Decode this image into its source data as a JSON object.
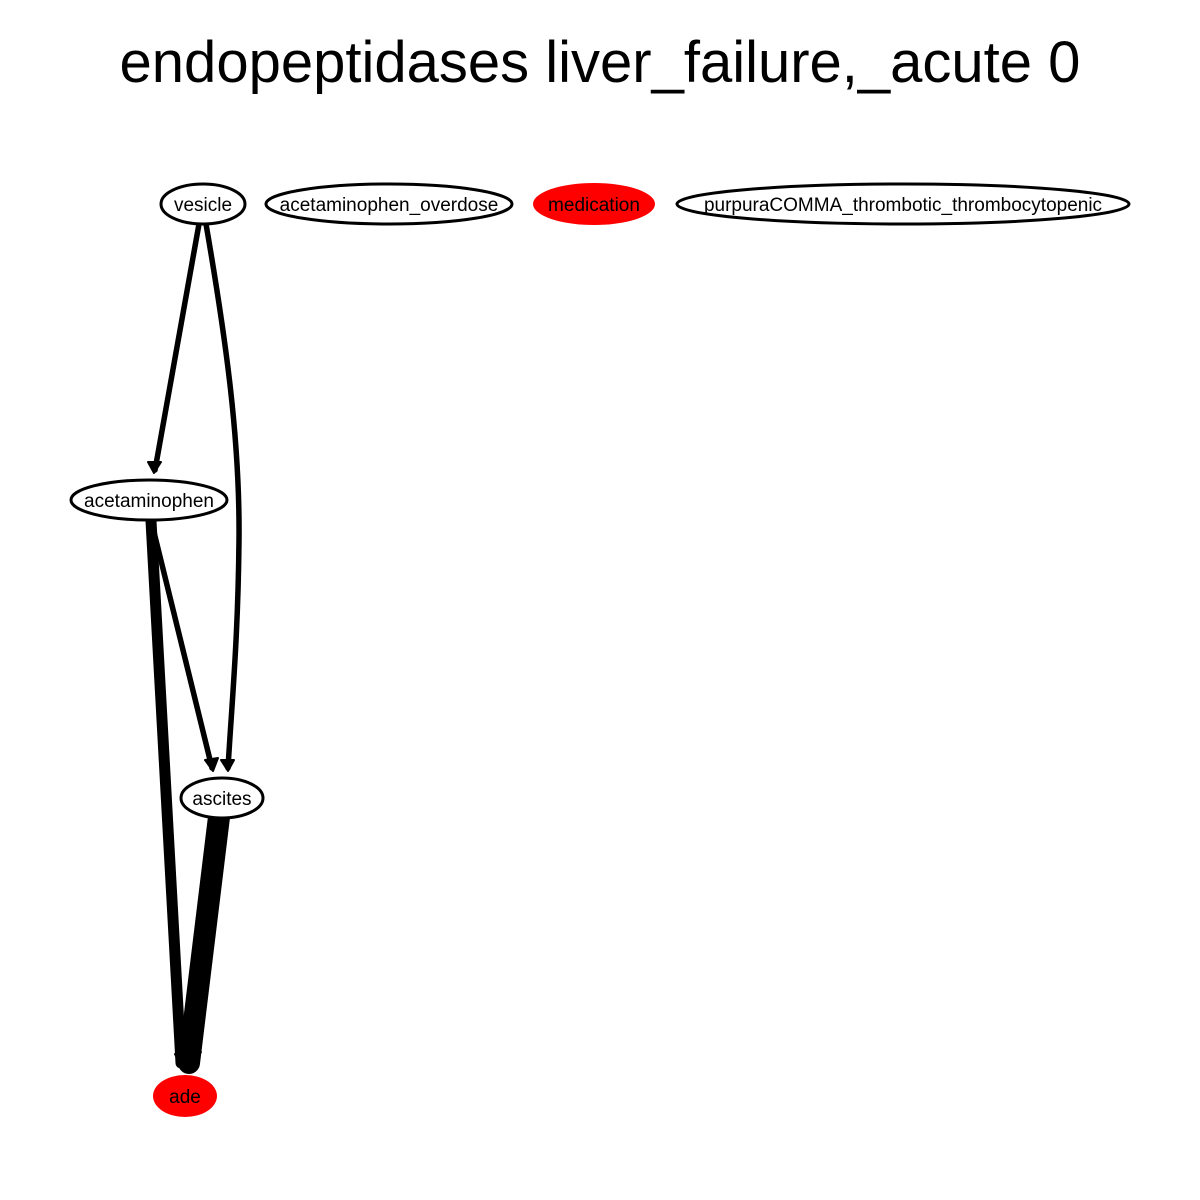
{
  "title": "endopeptidases liver_failure,_acute 0",
  "colors": {
    "highlight_fill": "#ff0000",
    "default_fill": "#ffffff",
    "stroke": "#000000",
    "edge": "#000000"
  },
  "nodes": [
    {
      "id": "vesicle",
      "label": "vesicle",
      "highlighted": false
    },
    {
      "id": "acetaminophen_overdose",
      "label": "acetaminophen_overdose",
      "highlighted": false
    },
    {
      "id": "medication",
      "label": "medication",
      "highlighted": true
    },
    {
      "id": "purpura",
      "label": "purpuraCOMMA_thrombotic_thrombocytopenic",
      "highlighted": false
    },
    {
      "id": "acetaminophen",
      "label": "acetaminophen",
      "highlighted": false
    },
    {
      "id": "ascites",
      "label": "ascites",
      "highlighted": false
    },
    {
      "id": "ade",
      "label": "ade",
      "highlighted": true
    }
  ],
  "edges": [
    {
      "source": "vesicle",
      "target": "acetaminophen",
      "weight": 1
    },
    {
      "source": "vesicle",
      "target": "ascites",
      "weight": 1
    },
    {
      "source": "acetaminophen",
      "target": "ascites",
      "weight": 1
    },
    {
      "source": "acetaminophen",
      "target": "ade",
      "weight": 2
    },
    {
      "source": "ascites",
      "target": "ade",
      "weight": 4
    }
  ]
}
